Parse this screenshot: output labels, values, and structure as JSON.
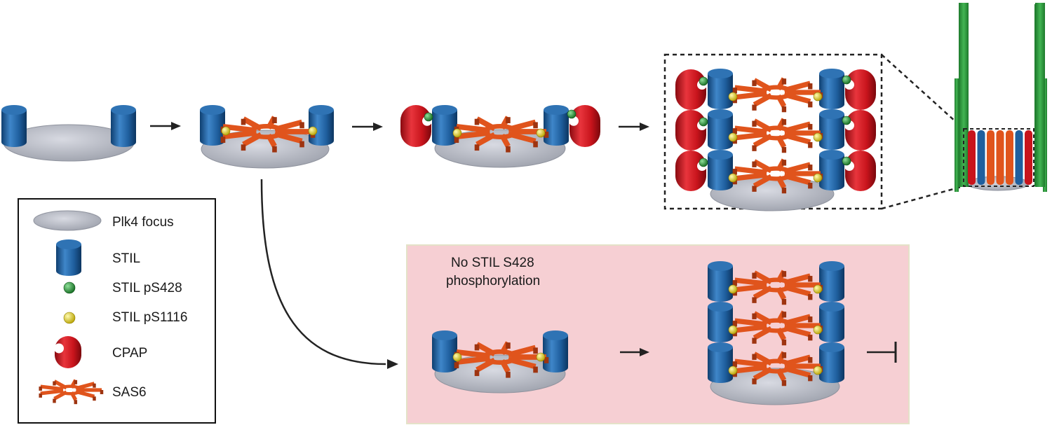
{
  "legend": {
    "items": [
      {
        "key": "plk4",
        "label": "Plk4 focus"
      },
      {
        "key": "stil",
        "label": "STIL"
      },
      {
        "key": "ps428",
        "label": "STIL pS428"
      },
      {
        "key": "ps1116",
        "label": "STIL pS1116"
      },
      {
        "key": "cpap",
        "label": "CPAP"
      },
      {
        "key": "sas6",
        "label": "SAS6"
      }
    ]
  },
  "inhibited_panel": {
    "caption_line1": "No STIL S428",
    "caption_line2": "phosphorylation"
  },
  "colors": {
    "stil_blue": "#1f5f9e",
    "cpap_red": "#c8141c",
    "sas6_orange": "#e0541c",
    "ps428_green": "#1f8a2e",
    "ps1116_yellow": "#e8d200",
    "plk4_gray": "#b9bcc6",
    "microtubule_green": "#2e9a3e",
    "panel_pink": "#f6cfd3"
  },
  "icons": {
    "process_arrow": "right-arrow-icon",
    "inhibition": "t-bar-inhibition-icon"
  }
}
